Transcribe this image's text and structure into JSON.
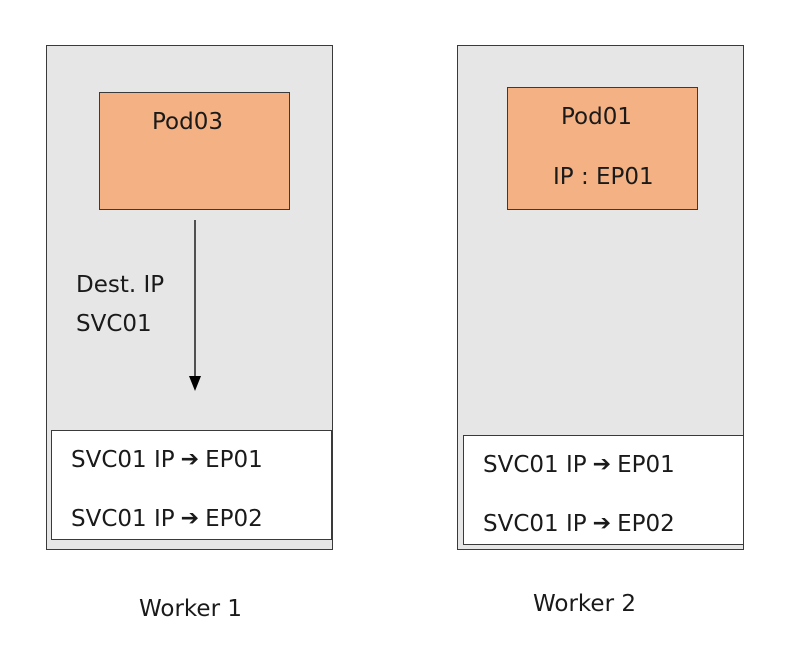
{
  "workers": [
    {
      "label": "Worker 1",
      "pod": {
        "name": "Pod03",
        "ip": ""
      },
      "annotation": {
        "line1": "Dest. IP",
        "line2": "SVC01"
      },
      "rules": [
        {
          "svc": "SVC01 IP",
          "endpoint": "EP01"
        },
        {
          "svc": "SVC01 IP",
          "endpoint": "EP02"
        }
      ]
    },
    {
      "label": "Worker 2",
      "pod": {
        "name": "Pod01",
        "ip": "IP : EP01"
      },
      "rules": [
        {
          "svc": "SVC01 IP",
          "endpoint": "EP01"
        },
        {
          "svc": "SVC01 IP",
          "endpoint": "EP02"
        }
      ]
    }
  ],
  "arrow_glyph": "➔",
  "colors": {
    "node_fill": "#e6e6e6",
    "pod_fill": "#f4b183",
    "table_fill": "#ffffff",
    "border": "#3a3a3a"
  }
}
